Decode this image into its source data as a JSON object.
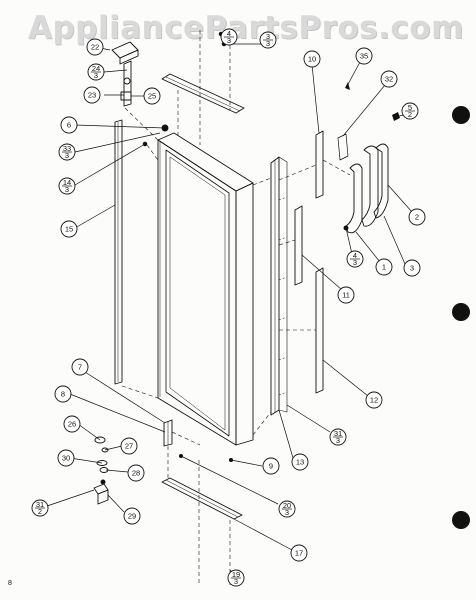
{
  "watermark": "AppliancePartsPros.com",
  "page_number": "8",
  "callouts": [
    {
      "id": "c22",
      "text": "22"
    },
    {
      "id": "c24",
      "num": "24",
      "den": "3"
    },
    {
      "id": "c23",
      "text": "23"
    },
    {
      "id": "c25",
      "text": "25"
    },
    {
      "id": "c4a",
      "num": "4",
      "den": "3"
    },
    {
      "id": "c3a",
      "num": "3",
      "den": "3"
    },
    {
      "id": "c10",
      "text": "10"
    },
    {
      "id": "c35",
      "text": "35"
    },
    {
      "id": "c32",
      "text": "32"
    },
    {
      "id": "c5",
      "num": "5",
      "den": "2"
    },
    {
      "id": "c6",
      "text": "6"
    },
    {
      "id": "c33",
      "num": "33",
      "den": "3"
    },
    {
      "id": "c14",
      "num": "14",
      "den": "3"
    },
    {
      "id": "c15",
      "text": "15"
    },
    {
      "id": "c2",
      "text": "2"
    },
    {
      "id": "c4b",
      "num": "4",
      "den": "3"
    },
    {
      "id": "c1",
      "text": "1"
    },
    {
      "id": "c3",
      "text": "3"
    },
    {
      "id": "c11",
      "text": "11"
    },
    {
      "id": "c12",
      "text": "12"
    },
    {
      "id": "c7",
      "text": "7"
    },
    {
      "id": "c8",
      "text": "8"
    },
    {
      "id": "c26",
      "text": "26"
    },
    {
      "id": "c27",
      "text": "27"
    },
    {
      "id": "c30",
      "text": "30"
    },
    {
      "id": "c28",
      "text": "28"
    },
    {
      "id": "c9",
      "text": "9"
    },
    {
      "id": "c13",
      "text": "13"
    },
    {
      "id": "c31b",
      "num": "31",
      "den": "3"
    },
    {
      "id": "c31a",
      "num": "31",
      "den": "2"
    },
    {
      "id": "c29",
      "text": "29"
    },
    {
      "id": "c20",
      "num": "20",
      "den": "3"
    },
    {
      "id": "c17",
      "text": "17"
    },
    {
      "id": "c19",
      "num": "19",
      "den": "3"
    }
  ]
}
